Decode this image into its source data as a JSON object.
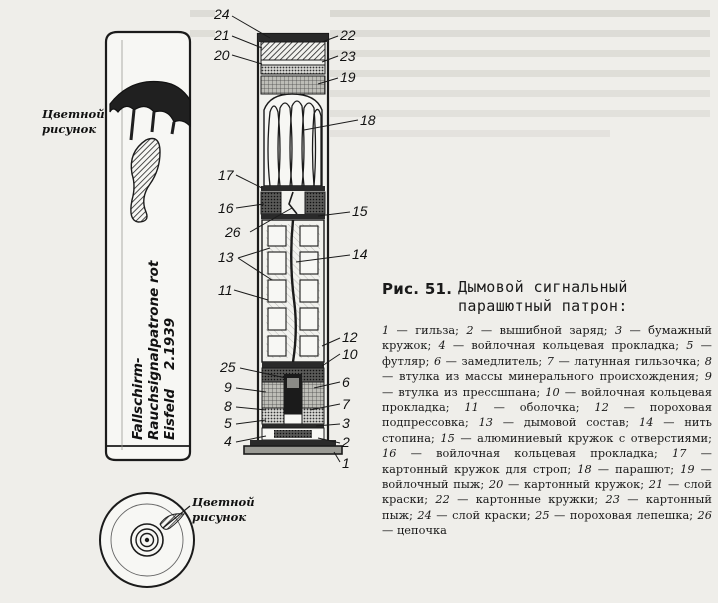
{
  "labels": {
    "l1": "1",
    "l2": "2",
    "l3": "3",
    "l4": "4",
    "l5": "5",
    "l6": "6",
    "l7": "7",
    "l8": "8",
    "l9": "9",
    "l10": "10",
    "l11": "11",
    "l12": "12",
    "l13": "13",
    "l14": "14",
    "l15": "15",
    "l16": "16",
    "l17": "17",
    "l18": "18",
    "l19": "19",
    "l20": "20",
    "l21": "21",
    "l22": "22",
    "l23": "23",
    "l24": "24",
    "l25": "25",
    "l26": "26"
  },
  "tube": {
    "painted_label": "Цветной рисунок",
    "inscription_line1": "Fallschirm-",
    "inscription_line2": "Rauchsignalpatrone rot",
    "inscription_line3": "Eisfeld    2.1939"
  },
  "end_view": {
    "painted_label": "Цветной рисунок"
  },
  "caption": {
    "number": "Рис. 51.",
    "title": "Дымовой сигнальный парашютный патрон:",
    "legend": [
      {
        "num": "1",
        "text": "гильза"
      },
      {
        "num": "2",
        "text": "вышибной заряд"
      },
      {
        "num": "3",
        "text": "бумажный кружок"
      },
      {
        "num": "4",
        "text": "войлочная кольцевая прокладка"
      },
      {
        "num": "5",
        "text": "футляр"
      },
      {
        "num": "6",
        "text": "замедлитель"
      },
      {
        "num": "7",
        "text": "латунная гильзочка"
      },
      {
        "num": "8",
        "text": "втулка из массы минерального происхождения"
      },
      {
        "num": "9",
        "text": "втулка из прессшпана"
      },
      {
        "num": "10",
        "text": "войлочная кольцевая прокладка"
      },
      {
        "num": "11",
        "text": "оболочка"
      },
      {
        "num": "12",
        "text": "пороховая подпрессовка"
      },
      {
        "num": "13",
        "text": "дымовой состав"
      },
      {
        "num": "14",
        "text": "нить стопина"
      },
      {
        "num": "15",
        "text": "алюминиевый кружок с отверстиями"
      },
      {
        "num": "16",
        "text": "войлочная кольцевая прокладка"
      },
      {
        "num": "17",
        "text": "картонный кружок для строп"
      },
      {
        "num": "18",
        "text": "парашют"
      },
      {
        "num": "19",
        "text": "войлочный пыж"
      },
      {
        "num": "20",
        "text": "картонный кружок"
      },
      {
        "num": "21",
        "text": "слой краски"
      },
      {
        "num": "22",
        "text": "картонные кружки"
      },
      {
        "num": "23",
        "text": "картонный пыж"
      },
      {
        "num": "24",
        "text": "слой краски"
      },
      {
        "num": "25",
        "text": "пороховая лепешка"
      },
      {
        "num": "26",
        "text": "цепочка"
      }
    ]
  }
}
